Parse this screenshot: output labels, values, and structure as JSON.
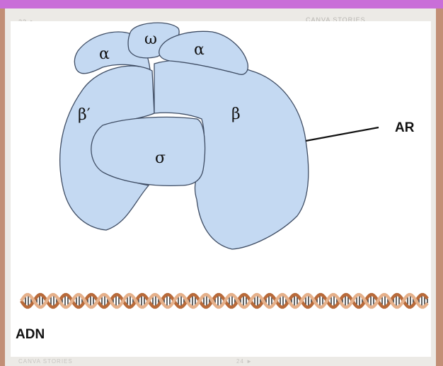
{
  "header": {
    "page_number_left": "23 ►",
    "brand": "CANVA STORIES"
  },
  "footer": {
    "left_text": "CANVA STORIES",
    "right_text": "24 ►"
  },
  "subunits": {
    "alpha_left": "α",
    "omega": "ω",
    "alpha_right": "α",
    "beta_prime": "β′",
    "beta": "β",
    "sigma": "σ"
  },
  "labels": {
    "arn": "AR",
    "adn": "ADN"
  },
  "colors": {
    "protein_fill": "#c4d9f2",
    "protein_stroke": "#3f4d64",
    "dna_tan": "#e5b08a",
    "dna_dark": "#202020",
    "dna_orange": "#b86a3a"
  }
}
